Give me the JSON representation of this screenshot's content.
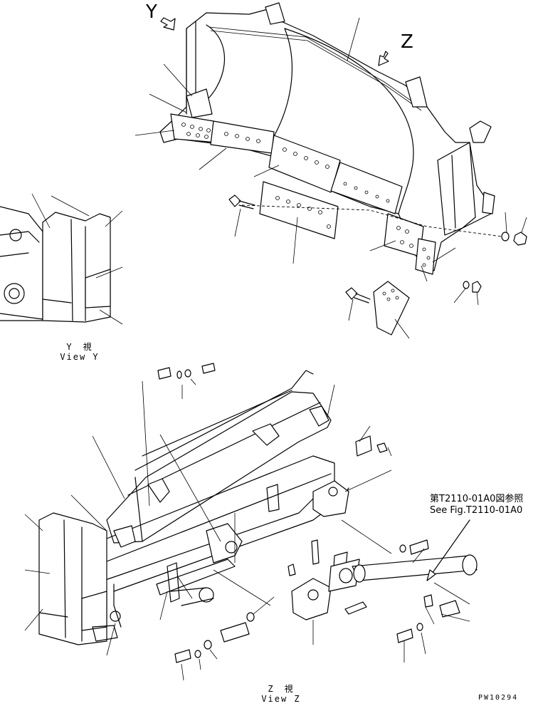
{
  "view_y_arrow_letter": "Y",
  "view_z_arrow_letter": "Z",
  "view_y_caption_jp": "Y　視",
  "view_y_caption_en": "View Y",
  "view_z_caption_jp": "Z　視",
  "view_z_caption_en": "View Z",
  "reference_jp": "第T2110-01A0図参照",
  "reference_en": "See Fig.T2110-01A0",
  "drawing_code": "PW10294"
}
